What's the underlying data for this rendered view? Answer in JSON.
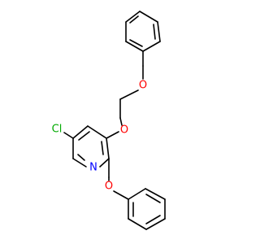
{
  "colors": {
    "bond": "#000000",
    "oxygen": "#ff0000",
    "nitrogen": "#0000ff",
    "chlorine": "#00aa00"
  },
  "atoms": {
    "o_top": "O",
    "o_mid": "O",
    "o_low": "O",
    "n_ring": "N",
    "cl": "Cl"
  }
}
